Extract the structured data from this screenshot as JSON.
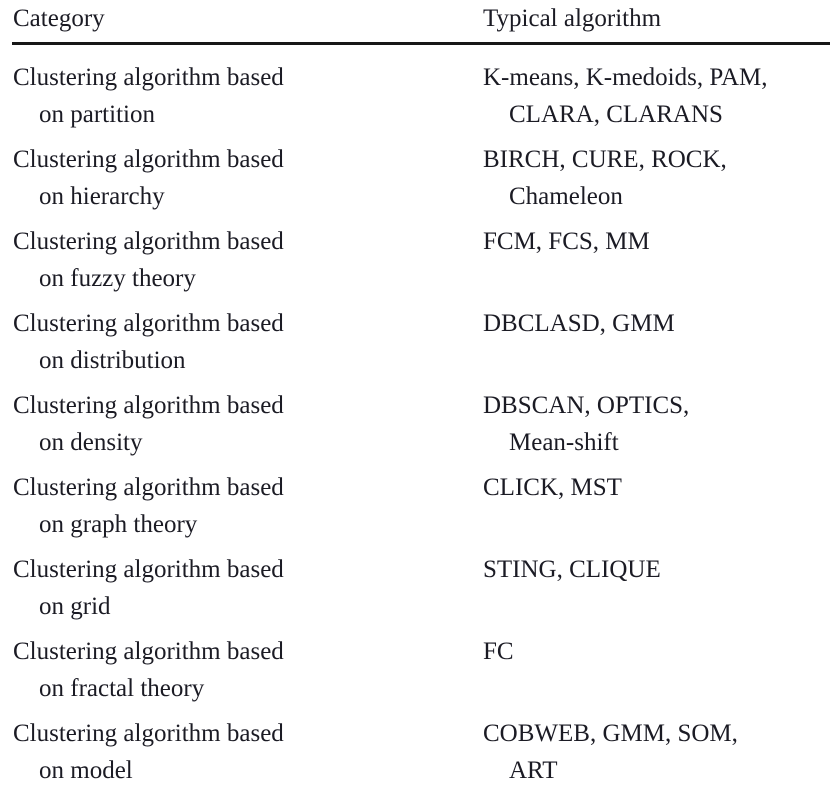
{
  "table": {
    "columns": [
      {
        "id": "category",
        "header": "Category"
      },
      {
        "id": "typical_algorithm",
        "header": "Typical algorithm"
      }
    ],
    "rule_color": "#171717",
    "text_color": "#1b1b24",
    "rows": [
      {
        "category_line1": "Clustering algorithm based",
        "category_line2": "on partition",
        "algorithm_line1": "K-means, K-medoids, PAM,",
        "algorithm_line2": "CLARA, CLARANS"
      },
      {
        "category_line1": "Clustering algorithm based",
        "category_line2": "on hierarchy",
        "algorithm_line1": "BIRCH, CURE, ROCK,",
        "algorithm_line2": "Chameleon"
      },
      {
        "category_line1": "Clustering algorithm based",
        "category_line2": "on fuzzy theory",
        "algorithm_line1": "FCM, FCS, MM",
        "algorithm_line2": ""
      },
      {
        "category_line1": "Clustering algorithm based",
        "category_line2": "on distribution",
        "algorithm_line1": "DBCLASD, GMM",
        "algorithm_line2": ""
      },
      {
        "category_line1": "Clustering algorithm based",
        "category_line2": "on density",
        "algorithm_line1": "DBSCAN, OPTICS,",
        "algorithm_line2": "Mean-shift"
      },
      {
        "category_line1": "Clustering algorithm based",
        "category_line2": "on graph theory",
        "algorithm_line1": "CLICK, MST",
        "algorithm_line2": ""
      },
      {
        "category_line1": "Clustering algorithm based",
        "category_line2": "on grid",
        "algorithm_line1": "STING, CLIQUE",
        "algorithm_line2": ""
      },
      {
        "category_line1": "Clustering algorithm based",
        "category_line2": "on fractal theory",
        "algorithm_line1": "FC",
        "algorithm_line2": ""
      },
      {
        "category_line1": "Clustering algorithm based",
        "category_line2": "on model",
        "algorithm_line1": "COBWEB, GMM, SOM,",
        "algorithm_line2": "ART"
      }
    ]
  }
}
